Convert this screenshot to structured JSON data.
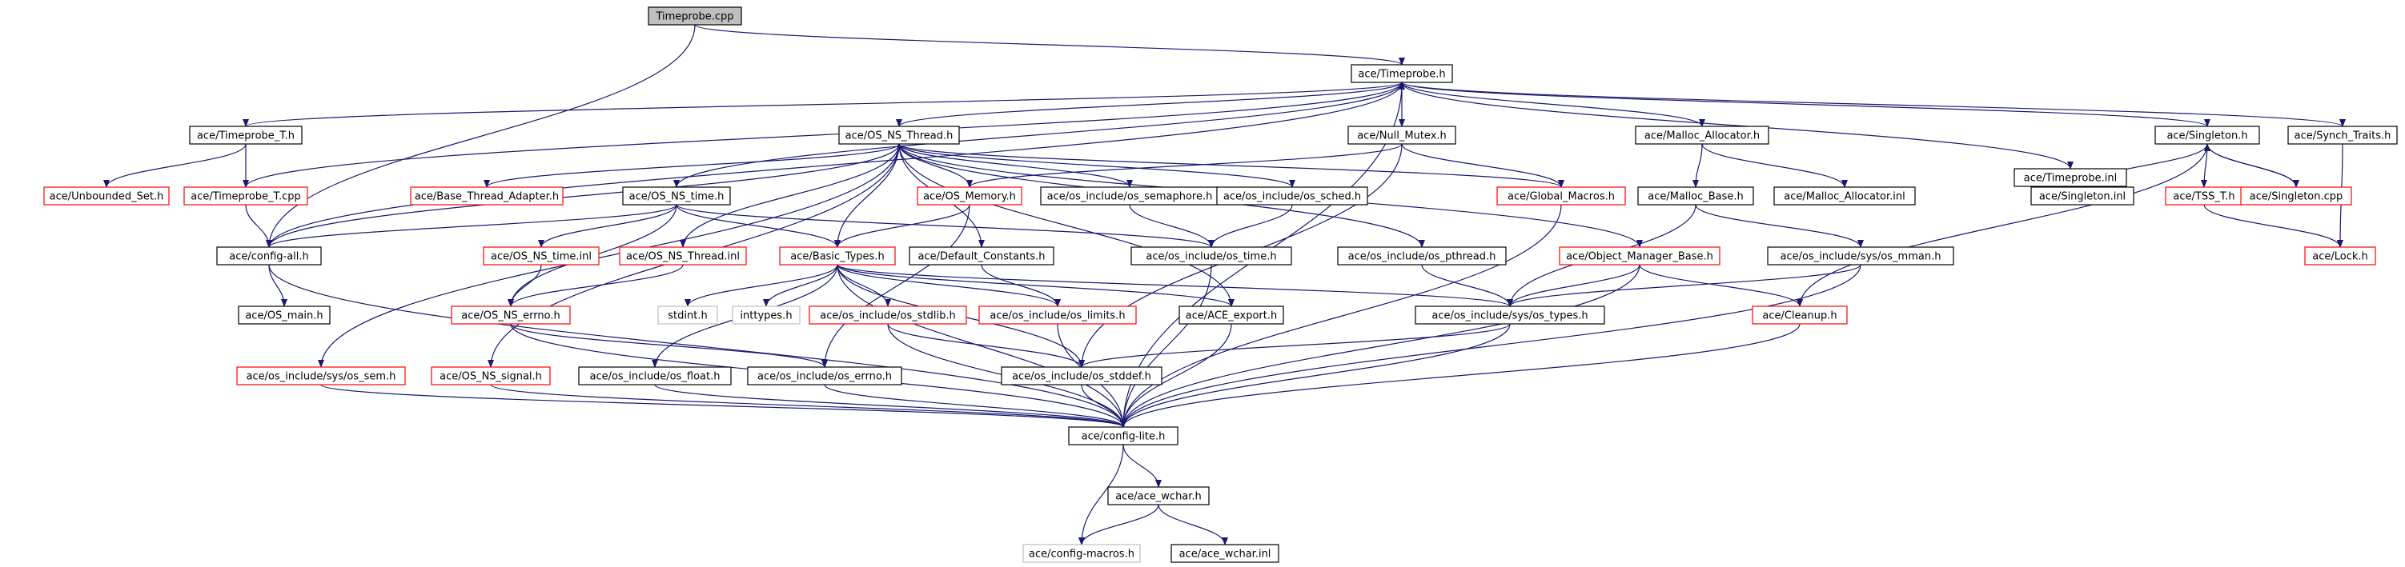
{
  "colors": {
    "edge": "#191970",
    "border_normal": "#000000",
    "border_truncated": "#ff0000",
    "border_external": "#bfbfbf",
    "fill_root": "#bfbfbf",
    "fill_default": "#ffffff"
  },
  "nodes": [
    {
      "id": "timeprobe_cpp",
      "label": "Timeprobe.cpp",
      "kind": "root"
    },
    {
      "id": "timeprobe_h",
      "label": "ace/Timeprobe.h",
      "kind": "normal"
    },
    {
      "id": "timeprobe_t_h",
      "label": "ace/Timeprobe_T.h",
      "kind": "normal"
    },
    {
      "id": "os_ns_thread_h",
      "label": "ace/OS_NS_Thread.h",
      "kind": "normal"
    },
    {
      "id": "null_mutex_h",
      "label": "ace/Null_Mutex.h",
      "kind": "normal"
    },
    {
      "id": "malloc_allocator_h",
      "label": "ace/Malloc_Allocator.h",
      "kind": "normal"
    },
    {
      "id": "timeprobe_inl",
      "label": "ace/Timeprobe.inl",
      "kind": "normal"
    },
    {
      "id": "singleton_h",
      "label": "ace/Singleton.h",
      "kind": "normal"
    },
    {
      "id": "synch_traits_h",
      "label": "ace/Synch_Traits.h",
      "kind": "normal"
    },
    {
      "id": "unbounded_set_h",
      "label": "ace/Unbounded_Set.h",
      "kind": "truncated"
    },
    {
      "id": "timeprobe_t_cpp",
      "label": "ace/Timeprobe_T.cpp",
      "kind": "truncated"
    },
    {
      "id": "base_thread_adapter_h",
      "label": "ace/Base_Thread_Adapter.h",
      "kind": "truncated"
    },
    {
      "id": "os_ns_time_h",
      "label": "ace/OS_NS_time.h",
      "kind": "normal"
    },
    {
      "id": "os_memory_h",
      "label": "ace/OS_Memory.h",
      "kind": "truncated"
    },
    {
      "id": "os_semaphore_h",
      "label": "ace/os_include/os_semaphore.h",
      "kind": "normal"
    },
    {
      "id": "os_sched_h",
      "label": "ace/os_include/os_sched.h",
      "kind": "normal"
    },
    {
      "id": "global_macros_h",
      "label": "ace/Global_Macros.h",
      "kind": "truncated"
    },
    {
      "id": "malloc_base_h",
      "label": "ace/Malloc_Base.h",
      "kind": "normal"
    },
    {
      "id": "malloc_allocator_inl",
      "label": "ace/Malloc_Allocator.inl",
      "kind": "normal"
    },
    {
      "id": "singleton_inl",
      "label": "ace/Singleton.inl",
      "kind": "normal"
    },
    {
      "id": "tss_t_h",
      "label": "ace/TSS_T.h",
      "kind": "truncated"
    },
    {
      "id": "singleton_cpp",
      "label": "ace/Singleton.cpp",
      "kind": "truncated"
    },
    {
      "id": "config_all_h",
      "label": "ace/config-all.h",
      "kind": "normal"
    },
    {
      "id": "os_ns_time_inl",
      "label": "ace/OS_NS_time.inl",
      "kind": "truncated"
    },
    {
      "id": "os_ns_thread_inl",
      "label": "ace/OS_NS_Thread.inl",
      "kind": "truncated"
    },
    {
      "id": "basic_types_h",
      "label": "ace/Basic_Types.h",
      "kind": "truncated"
    },
    {
      "id": "default_constants_h",
      "label": "ace/Default_Constants.h",
      "kind": "normal"
    },
    {
      "id": "os_time_h",
      "label": "ace/os_include/os_time.h",
      "kind": "normal"
    },
    {
      "id": "os_pthread_h",
      "label": "ace/os_include/os_pthread.h",
      "kind": "normal"
    },
    {
      "id": "object_manager_base_h",
      "label": "ace/Object_Manager_Base.h",
      "kind": "truncated"
    },
    {
      "id": "os_mman_h",
      "label": "ace/os_include/sys/os_mman.h",
      "kind": "normal"
    },
    {
      "id": "lock_h",
      "label": "ace/Lock.h",
      "kind": "truncated"
    },
    {
      "id": "os_main_h",
      "label": "ace/OS_main.h",
      "kind": "normal"
    },
    {
      "id": "os_ns_errno_h",
      "label": "ace/OS_NS_errno.h",
      "kind": "truncated"
    },
    {
      "id": "stdint_h",
      "label": "stdint.h",
      "kind": "external"
    },
    {
      "id": "inttypes_h",
      "label": "inttypes.h",
      "kind": "external"
    },
    {
      "id": "os_stdlib_h",
      "label": "ace/os_include/os_stdlib.h",
      "kind": "truncated"
    },
    {
      "id": "os_limits_h",
      "label": "ace/os_include/os_limits.h",
      "kind": "truncated"
    },
    {
      "id": "ace_export_h",
      "label": "ace/ACE_export.h",
      "kind": "normal"
    },
    {
      "id": "os_types_h",
      "label": "ace/os_include/sys/os_types.h",
      "kind": "normal"
    },
    {
      "id": "cleanup_h",
      "label": "ace/Cleanup.h",
      "kind": "truncated"
    },
    {
      "id": "os_sem_h",
      "label": "ace/os_include/sys/os_sem.h",
      "kind": "truncated"
    },
    {
      "id": "os_ns_signal_h",
      "label": "ace/OS_NS_signal.h",
      "kind": "truncated"
    },
    {
      "id": "os_float_h",
      "label": "ace/os_include/os_float.h",
      "kind": "normal"
    },
    {
      "id": "os_errno_h",
      "label": "ace/os_include/os_errno.h",
      "kind": "normal"
    },
    {
      "id": "os_stddef_h",
      "label": "ace/os_include/os_stddef.h",
      "kind": "normal"
    },
    {
      "id": "config_lite_h",
      "label": "ace/config-lite.h",
      "kind": "normal"
    },
    {
      "id": "ace_wchar_h",
      "label": "ace/ace_wchar.h",
      "kind": "normal"
    },
    {
      "id": "config_macros_h",
      "label": "ace/config-macros.h",
      "kind": "external"
    },
    {
      "id": "ace_wchar_inl",
      "label": "ace/ace_wchar.inl",
      "kind": "normal"
    }
  ],
  "edges": [
    [
      "timeprobe_cpp",
      "timeprobe_h"
    ],
    [
      "timeprobe_cpp",
      "config_all_h"
    ],
    [
      "timeprobe_h",
      "timeprobe_t_h"
    ],
    [
      "timeprobe_h",
      "os_ns_thread_h"
    ],
    [
      "timeprobe_h",
      "null_mutex_h"
    ],
    [
      "timeprobe_h",
      "malloc_allocator_h"
    ],
    [
      "timeprobe_h",
      "timeprobe_inl"
    ],
    [
      "timeprobe_h",
      "singleton_h"
    ],
    [
      "timeprobe_h",
      "synch_traits_h"
    ],
    [
      "timeprobe_h",
      "config_all_h"
    ],
    [
      "timeprobe_h",
      "os_ns_time_h"
    ],
    [
      "timeprobe_h",
      "config_lite_h"
    ],
    [
      "timeprobe_t_h",
      "unbounded_set_h"
    ],
    [
      "timeprobe_t_h",
      "timeprobe_t_cpp"
    ],
    [
      "timeprobe_t_cpp",
      "timeprobe_h"
    ],
    [
      "timeprobe_t_cpp",
      "config_all_h"
    ],
    [
      "os_ns_thread_h",
      "config_all_h"
    ],
    [
      "os_ns_thread_h",
      "base_thread_adapter_h"
    ],
    [
      "os_ns_thread_h",
      "os_memory_h"
    ],
    [
      "os_ns_thread_h",
      "os_semaphore_h"
    ],
    [
      "os_ns_thread_h",
      "os_sched_h"
    ],
    [
      "os_ns_thread_h",
      "global_macros_h"
    ],
    [
      "os_ns_thread_h",
      "os_ns_thread_inl"
    ],
    [
      "os_ns_thread_h",
      "basic_types_h"
    ],
    [
      "os_ns_thread_h",
      "default_constants_h"
    ],
    [
      "os_ns_thread_h",
      "os_pthread_h"
    ],
    [
      "os_ns_thread_h",
      "object_manager_base_h"
    ],
    [
      "os_ns_thread_h",
      "os_sem_h"
    ],
    [
      "os_ns_thread_h",
      "os_ns_signal_h"
    ],
    [
      "os_ns_thread_h",
      "ace_export_h"
    ],
    [
      "null_mutex_h",
      "global_macros_h"
    ],
    [
      "null_mutex_h",
      "os_memory_h"
    ],
    [
      "null_mutex_h",
      "os_stddef_h"
    ],
    [
      "malloc_allocator_h",
      "malloc_base_h"
    ],
    [
      "malloc_allocator_h",
      "malloc_allocator_inl"
    ],
    [
      "singleton_h",
      "singleton_inl"
    ],
    [
      "singleton_h",
      "tss_t_h"
    ],
    [
      "singleton_h",
      "singleton_cpp"
    ],
    [
      "singleton_h",
      "cleanup_h"
    ],
    [
      "singleton_cpp",
      "singleton_h"
    ],
    [
      "tss_t_h",
      "lock_h"
    ],
    [
      "synch_traits_h",
      "lock_h"
    ],
    [
      "os_ns_time_h",
      "config_all_h"
    ],
    [
      "os_ns_time_h",
      "os_ns_time_inl"
    ],
    [
      "os_ns_time_h",
      "basic_types_h"
    ],
    [
      "os_ns_time_h",
      "os_time_h"
    ],
    [
      "os_ns_time_h",
      "os_ns_errno_h"
    ],
    [
      "os_memory_h",
      "basic_types_h"
    ],
    [
      "os_memory_h",
      "os_errno_h"
    ],
    [
      "os_semaphore_h",
      "os_time_h"
    ],
    [
      "os_sched_h",
      "os_time_h"
    ],
    [
      "global_macros_h",
      "config_lite_h"
    ],
    [
      "malloc_base_h",
      "os_types_h"
    ],
    [
      "malloc_base_h",
      "os_mman_h"
    ],
    [
      "config_all_h",
      "os_main_h"
    ],
    [
      "config_all_h",
      "config_lite_h"
    ],
    [
      "os_ns_time_inl",
      "os_ns_errno_h"
    ],
    [
      "os_ns_thread_inl",
      "os_ns_errno_h"
    ],
    [
      "basic_types_h",
      "stdint_h"
    ],
    [
      "basic_types_h",
      "inttypes_h"
    ],
    [
      "basic_types_h",
      "os_stdlib_h"
    ],
    [
      "basic_types_h",
      "os_limits_h"
    ],
    [
      "basic_types_h",
      "ace_export_h"
    ],
    [
      "basic_types_h",
      "os_types_h"
    ],
    [
      "basic_types_h",
      "os_float_h"
    ],
    [
      "basic_types_h",
      "config_lite_h"
    ],
    [
      "basic_types_h",
      "os_stddef_h"
    ],
    [
      "default_constants_h",
      "os_limits_h"
    ],
    [
      "os_time_h",
      "config_lite_h"
    ],
    [
      "os_pthread_h",
      "os_types_h"
    ],
    [
      "object_manager_base_h",
      "os_types_h"
    ],
    [
      "object_manager_base_h",
      "cleanup_h"
    ],
    [
      "object_manager_base_h",
      "config_lite_h"
    ],
    [
      "os_mman_h",
      "os_types_h"
    ],
    [
      "os_mman_h",
      "config_lite_h"
    ],
    [
      "os_ns_errno_h",
      "os_errno_h"
    ],
    [
      "os_ns_errno_h",
      "config_lite_h"
    ],
    [
      "os_stdlib_h",
      "os_stddef_h"
    ],
    [
      "os_stdlib_h",
      "config_lite_h"
    ],
    [
      "os_limits_h",
      "config_lite_h"
    ],
    [
      "ace_export_h",
      "config_lite_h"
    ],
    [
      "os_types_h",
      "os_stddef_h"
    ],
    [
      "os_types_h",
      "config_lite_h"
    ],
    [
      "cleanup_h",
      "config_lite_h"
    ],
    [
      "os_sem_h",
      "config_lite_h"
    ],
    [
      "os_ns_signal_h",
      "config_lite_h"
    ],
    [
      "os_float_h",
      "config_lite_h"
    ],
    [
      "os_errno_h",
      "config_lite_h"
    ],
    [
      "os_stddef_h",
      "config_lite_h"
    ],
    [
      "config_lite_h",
      "ace_wchar_h"
    ],
    [
      "config_lite_h",
      "config_macros_h"
    ],
    [
      "ace_wchar_h",
      "config_macros_h"
    ],
    [
      "ace_wchar_h",
      "ace_wchar_inl"
    ]
  ]
}
